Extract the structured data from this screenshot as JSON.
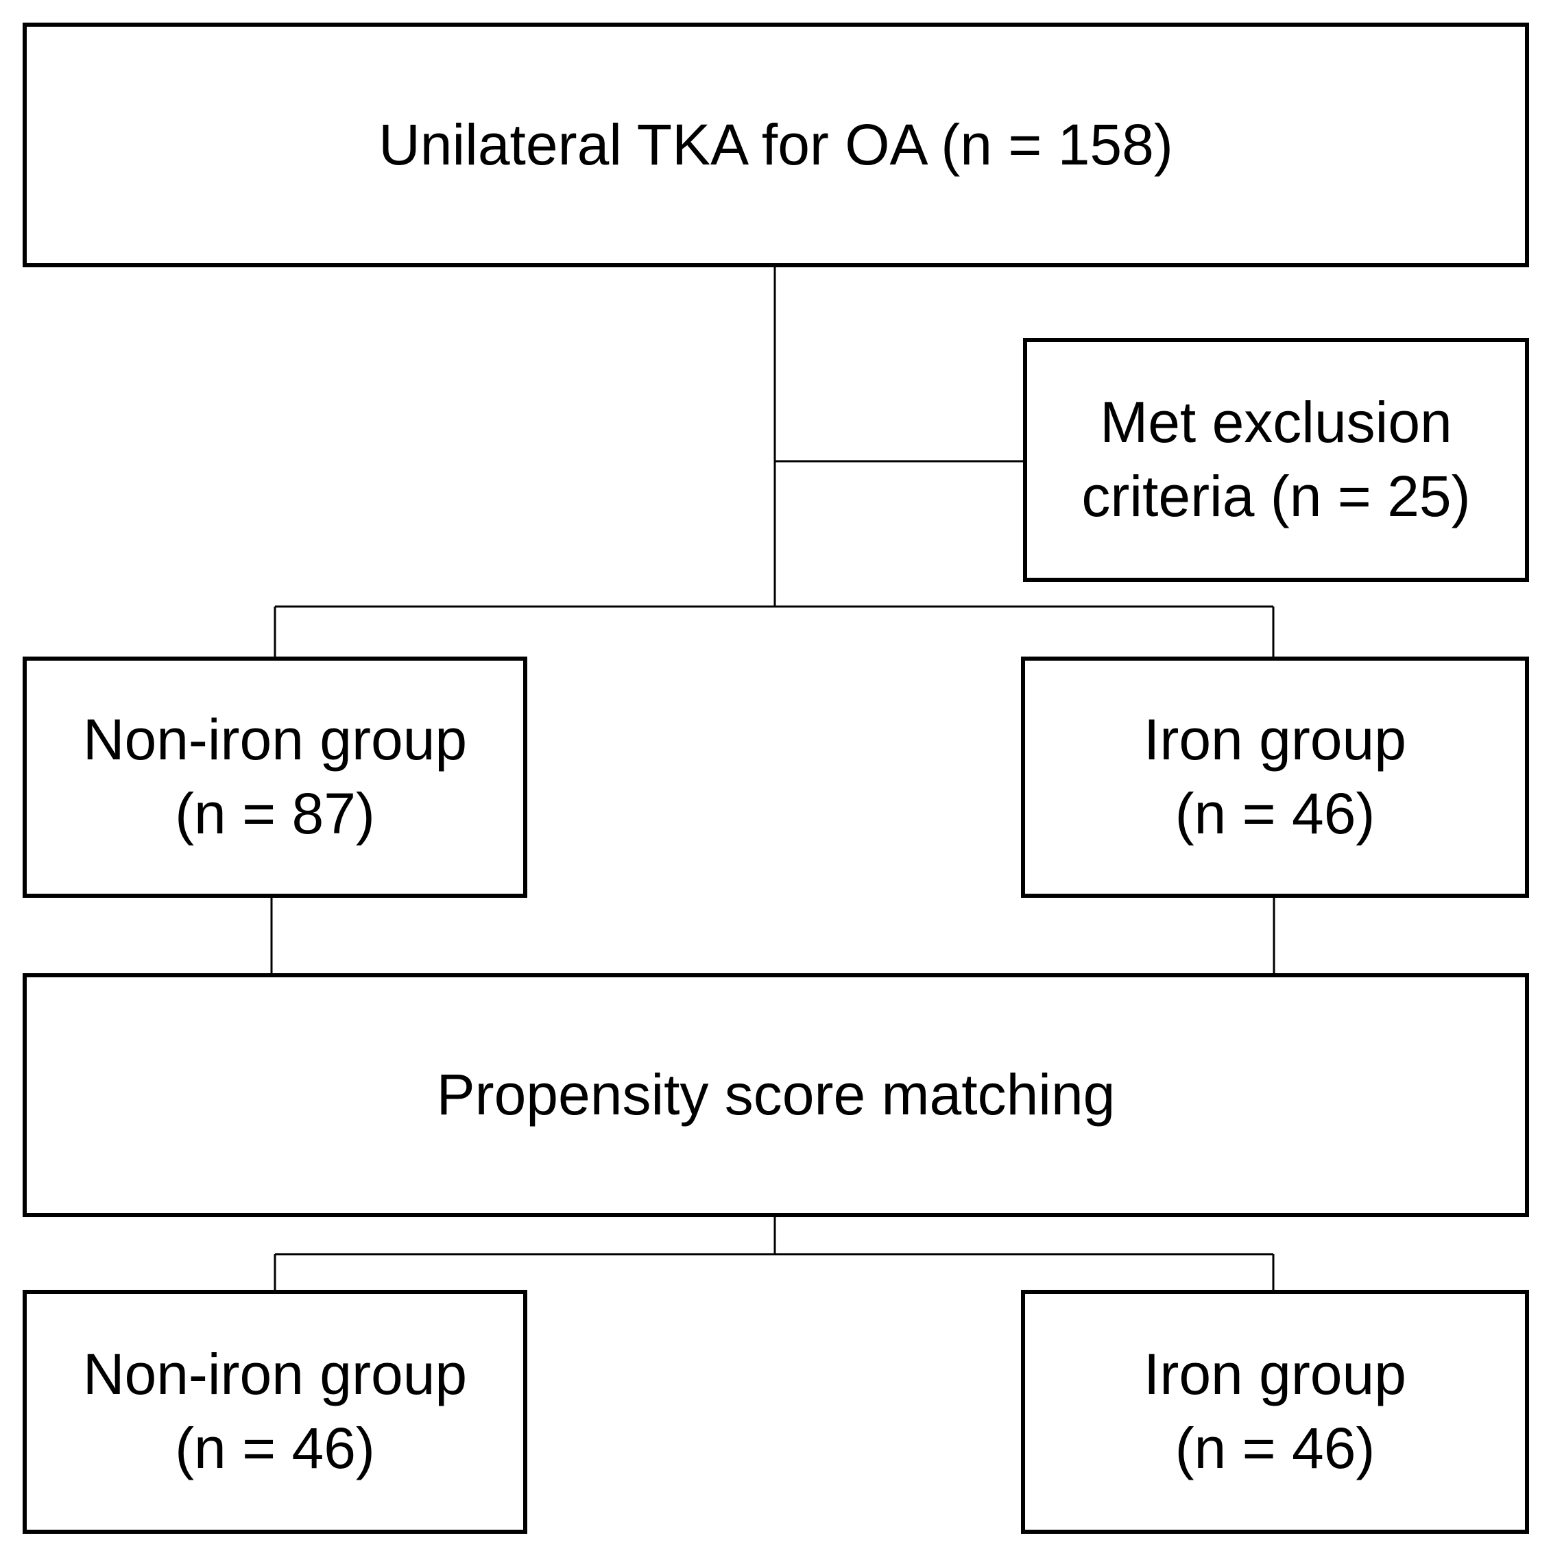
{
  "flowchart": {
    "enrolled": {
      "text": "Unilateral TKA for OA (n = 158)"
    },
    "excluded": {
      "line1": "Met exclusion",
      "line2": "criteria (n = 25)"
    },
    "before_matching": {
      "non_iron": {
        "line1": "Non-iron group",
        "line2": "(n = 87)"
      },
      "iron": {
        "line1": "Iron group",
        "line2": "(n = 46)"
      }
    },
    "matching": {
      "text": "Propensity score matching"
    },
    "after_matching": {
      "non_iron": {
        "line1": "Non-iron group",
        "line2": "(n = 46)"
      },
      "iron": {
        "line1": "Iron group",
        "line2": "(n = 46)"
      }
    }
  }
}
